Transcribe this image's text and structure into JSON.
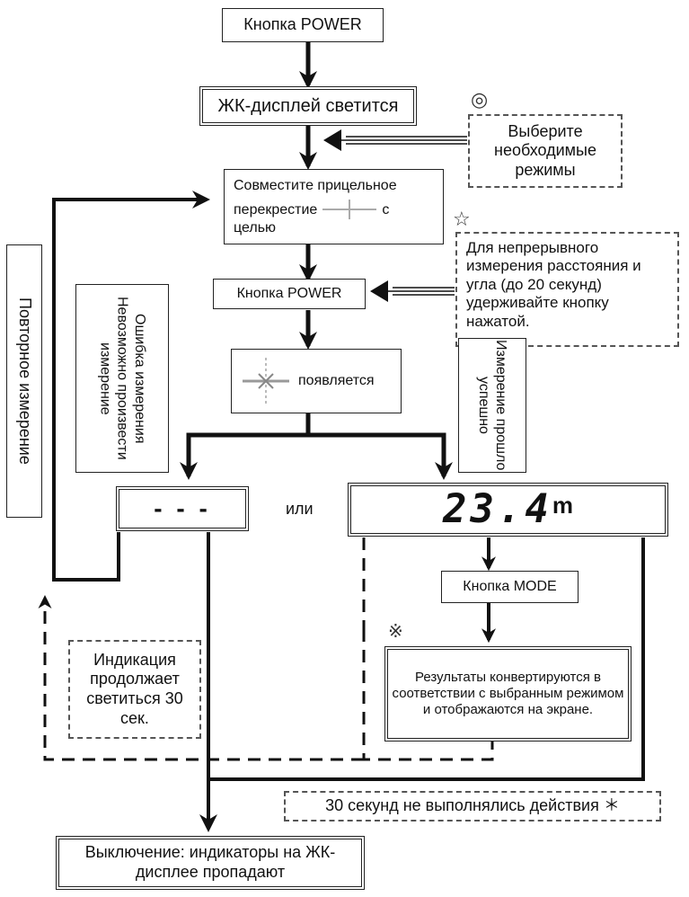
{
  "nodes": {
    "power1": "Кнопка POWER",
    "lcd_on": "ЖК-дисплей светится",
    "modes_symbol": "◎",
    "modes": "Выберите необходимые режимы",
    "aim_1": "Совместите прицельное",
    "aim_2": "перекрестие",
    "aim_3": "с",
    "aim_4": "целью",
    "continuous_symbol": "☆",
    "continuous": "Для непрерывного измерения расстояния и угла (до 20 секунд) удерживайте кнопку нажатой.",
    "power2": "Кнопка POWER",
    "appears": "появляется",
    "error": "Ошибка измерения Невозможно произвести измерение",
    "success": "Измерение прошло успешно",
    "remeasure": "Повторное измерение",
    "dashes": "- - -",
    "or": "или",
    "lcd_value": "23.4",
    "lcd_unit": "m",
    "mode_button": "Кнопка MODE",
    "convert_symbol": "※",
    "convert": "Результаты конвертируются в соответствии с выбранным режимом и отображаются на экране.",
    "indication": "Индикация продолжает светиться 30 сек.",
    "timeout": "30 секунд не выполнялись действия ＊",
    "off": "Выключение: индикаторы на ЖК-дисплее пропадают"
  }
}
